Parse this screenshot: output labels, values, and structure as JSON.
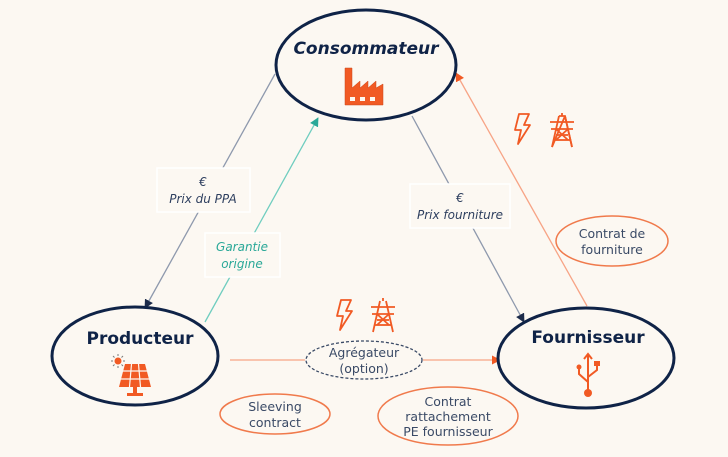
{
  "colors": {
    "background": "#fcf8f2",
    "node_stroke": "#0f2347",
    "accent_orange": "#f15a24",
    "orange_line": "#f7a486",
    "teal": "#2aa898",
    "grey_line": "#8e99ad"
  },
  "nodes": {
    "consommateur": {
      "label": "Consommateur",
      "icon": "factory-icon"
    },
    "producteur": {
      "label": "Producteur",
      "icon": "solar-panel-icon"
    },
    "fournisseur": {
      "label": "Fournisseur",
      "icon": "usb-icon"
    }
  },
  "edges": {
    "prix_ppa": {
      "symbol": "€",
      "label": "Prix du PPA"
    },
    "garantie": {
      "line1": "Garantie",
      "line2": "origine"
    },
    "prix_fourniture": {
      "symbol": "€",
      "label": "Prix fourniture"
    }
  },
  "bubbles": {
    "agregateur": {
      "line1": "Agrégateur",
      "line2": "(option)"
    },
    "contrat_fourniture": {
      "line1": "Contrat de",
      "line2": "fourniture"
    },
    "sleeving": {
      "line1": "Sleeving",
      "line2": "contract"
    },
    "rattachement": {
      "line1": "Contrat",
      "line2": "rattachement",
      "line3": "PE fournisseur"
    }
  },
  "icons": {
    "energy_top": [
      "lightning-icon",
      "pylon-icon"
    ],
    "energy_bottom": [
      "lightning-icon",
      "pylon-icon"
    ]
  }
}
